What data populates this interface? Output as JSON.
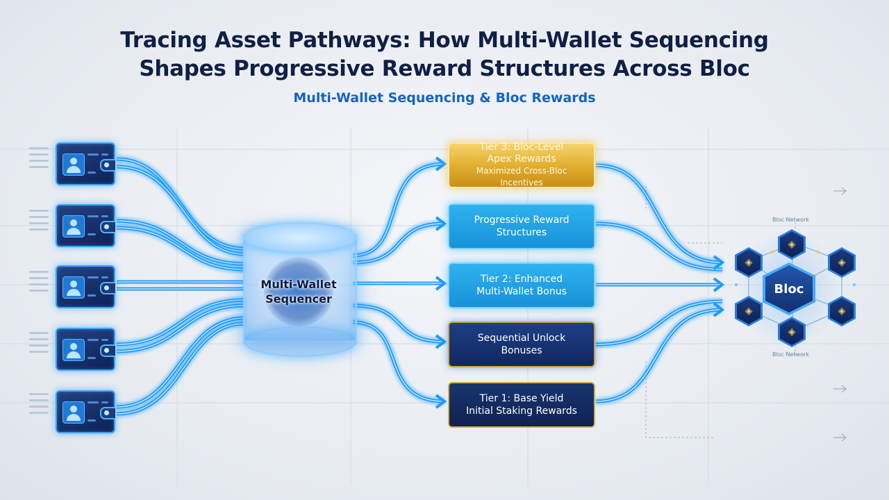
{
  "title_line1": "Tracing Asset Pathways: How Multi-Wallet Sequencing",
  "title_line2": "Shapes Progressive Reward Structures Across Bloc",
  "subtitle": "Multi-Wallet Sequencing & Bloc Rewards",
  "sequencer": {
    "line1": "Multi-Wallet",
    "line2": "Sequencer"
  },
  "tiers": [
    {
      "line1": "Tier 3: Bloc-Level",
      "line2": "Apex Rewards",
      "line3": "Maximized Cross-Bloc Incentives"
    },
    {
      "line1": "Progressive Reward",
      "line2": "Structures"
    },
    {
      "line1": "Tier 2: Enhanced",
      "line2": "Multi-Wallet Bonus"
    },
    {
      "line1": "Sequential Unlock",
      "line2": "Bonuses"
    },
    {
      "line1": "Tier 1: Base Yield",
      "line2": "Initial Staking Rewards"
    }
  ],
  "bloc": {
    "label": "Bloc",
    "network_top": "Bloc Network",
    "network_bottom": "Bloc Network"
  },
  "colors": {
    "flow": "#1e9bff",
    "flow_light": "#bfe6ff",
    "gold": "#e0ac2c",
    "navy": "#11275f"
  },
  "icons": {
    "wallet": "user-card-icon",
    "node": "crypto-node-icon"
  }
}
